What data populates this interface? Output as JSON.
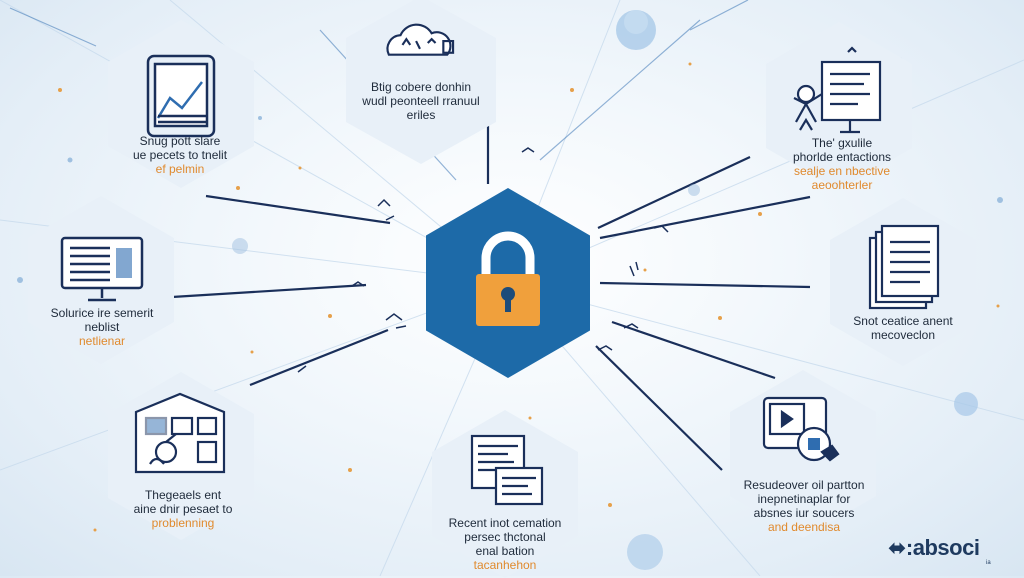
{
  "center": {
    "icon": "padlock-icon"
  },
  "nodes": [
    {
      "id": "top-left",
      "icon": "tablet-chart-icon",
      "lines": [
        "Snug pott slare",
        "ue pecets to tnelit"
      ],
      "accent": "ef pelmin"
    },
    {
      "id": "top-center",
      "icon": "cloud-network-icon",
      "lines": [
        "Btig cobere donhin",
        "wudl peonteell rranuul",
        "eriles"
      ],
      "accent": ""
    },
    {
      "id": "top-right",
      "icon": "person-board-icon",
      "lines": [
        "The' gxulile",
        "phorlde entactions"
      ],
      "accent": "sealje en nbective aeoohterler"
    },
    {
      "id": "mid-left",
      "icon": "monitor-icon",
      "lines": [
        "Solurice ire semerit",
        "neblist"
      ],
      "accent": "netlienar"
    },
    {
      "id": "mid-right",
      "icon": "documents-icon",
      "lines": [
        "Snot ceatice anent",
        "mecoveclon"
      ],
      "accent": ""
    },
    {
      "id": "bottom-left",
      "icon": "workstation-icon",
      "lines": [
        "Thegeaels ent",
        "aine dnir pesaet to"
      ],
      "accent": "problenning"
    },
    {
      "id": "bottom-center",
      "icon": "screens-icon",
      "lines": [
        "Recent inot cemation",
        "persec thctonal",
        "enal bation"
      ],
      "accent": "tacanhehon"
    },
    {
      "id": "bottom-right",
      "icon": "media-device-icon",
      "lines": [
        "Resudeover oil partton",
        "inepnetinaplar for",
        "absnes iur soucers"
      ],
      "accent": "and deendisa"
    }
  ],
  "logo": {
    "text": "⬌:absoci",
    "sub": "ia"
  },
  "colors": {
    "primary": "#1d6aa8",
    "navy": "#1a2f5a",
    "accent": "#e08a2e",
    "hex_bg": "#e8f0f8"
  }
}
